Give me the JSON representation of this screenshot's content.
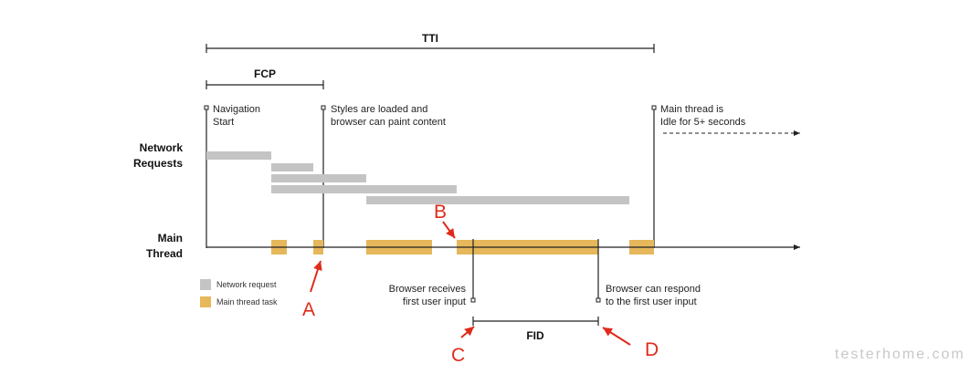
{
  "colors": {
    "network_request": "#c4c4c4",
    "main_thread_task": "#e6b75b",
    "annotation_red": "#e02a1a",
    "line": "#222222"
  },
  "metrics": {
    "tti": "TTI",
    "fcp": "FCP",
    "fid": "FID"
  },
  "events": {
    "navigation_start": [
      "Navigation",
      "Start"
    ],
    "styles_loaded": [
      "Styles are loaded and",
      "browser can paint content"
    ],
    "main_thread_idle": [
      "Main thread is",
      "Idle for 5+ seconds"
    ],
    "first_user_input": [
      "Browser receives",
      "first user input"
    ],
    "can_respond": [
      "Browser can respond",
      "to the first user input"
    ]
  },
  "rows": {
    "network": [
      "Network",
      "Requests"
    ],
    "main": [
      "Main",
      "Thread"
    ]
  },
  "legend": {
    "network_request": "Network request",
    "main_thread_task": "Main thread task"
  },
  "annotations": [
    "A",
    "B",
    "C",
    "D"
  ],
  "watermark": "testerhome.com"
}
